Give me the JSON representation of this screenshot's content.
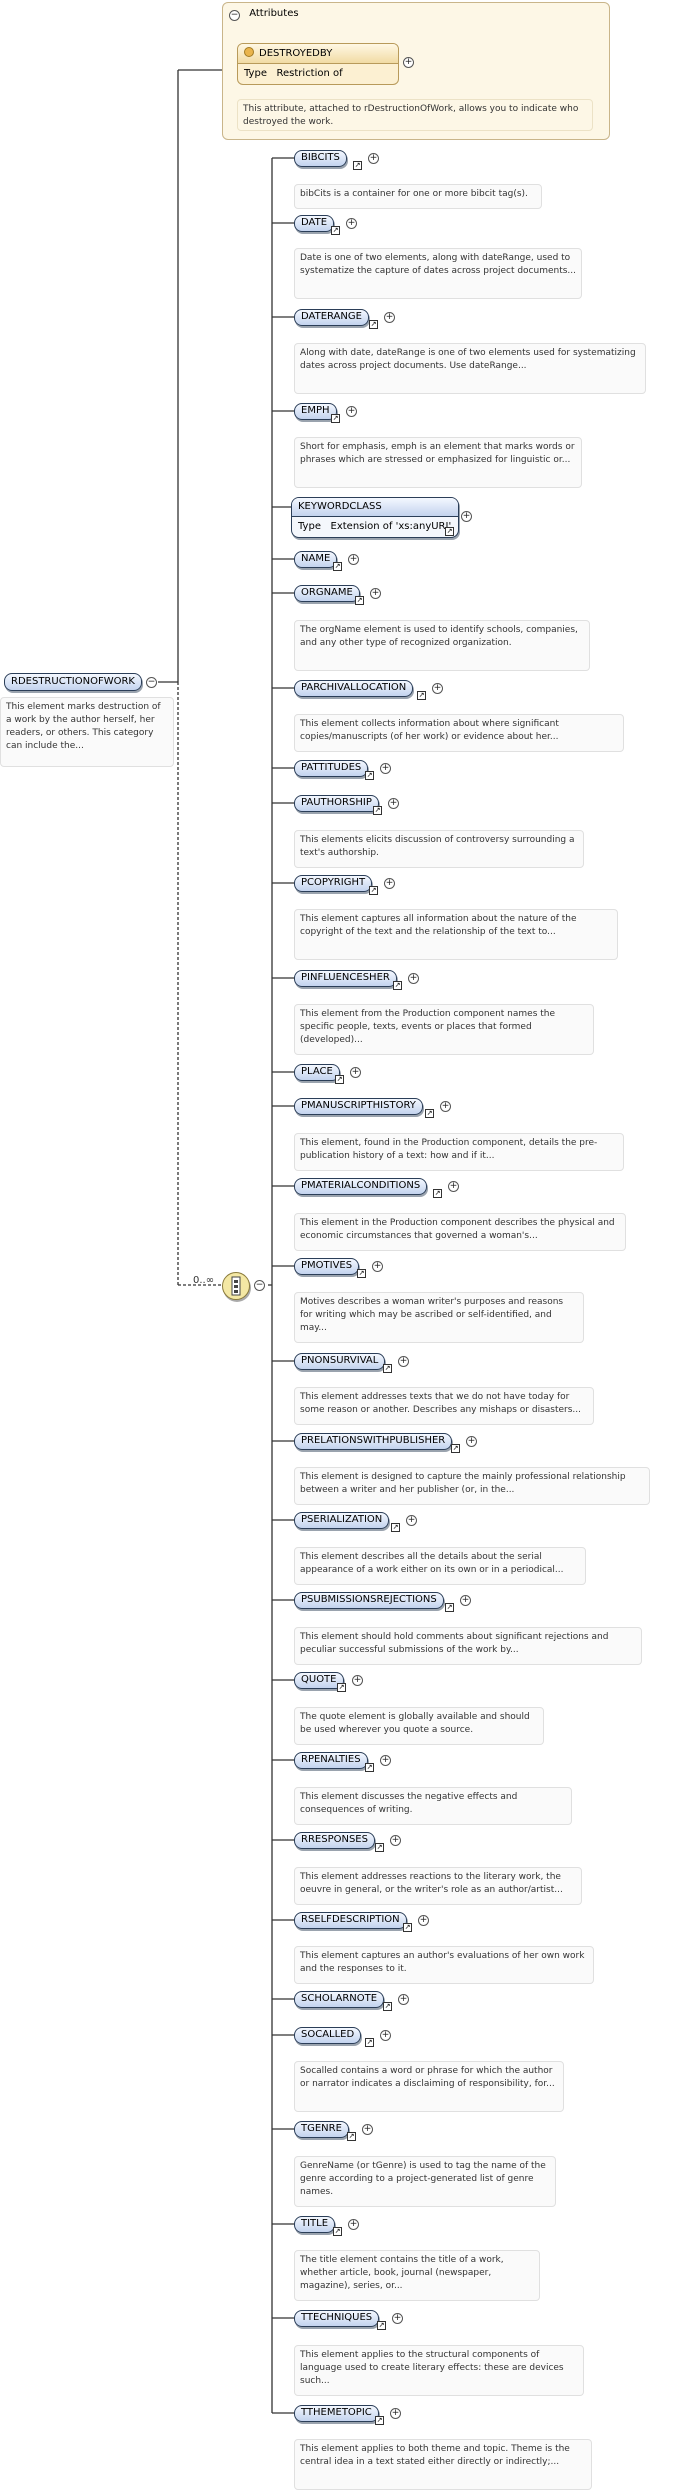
{
  "root": {
    "name": "RDESTRUCTIONOFWORK",
    "description": "This element marks destruction of a work by the author herself, her readers, or others. This category can include the..."
  },
  "attributes": {
    "header": "Attributes",
    "attribute": {
      "name": "DESTROYEDBY",
      "type_label": "Type",
      "type_value": "Restriction of 'xs:token'",
      "description": "This attribute, attached to rDestructionOfWork, allows you to indicate who destroyed the work."
    }
  },
  "sequence": {
    "occurrence": "0..∞"
  },
  "elements": [
    {
      "name": "BIBCITS",
      "description": "bibCits is a container for one or more bibcit tag(s)."
    },
    {
      "name": "DATE",
      "description": "Date is one of two elements, along with dateRange, used to systematize the capture of dates across project documents..."
    },
    {
      "name": "DATERANGE",
      "description": "Along with date, dateRange is one of two elements used for systematizing dates across project documents. Use dateRange..."
    },
    {
      "name": "EMPH",
      "description": "Short for emphasis, emph is an element that marks words or phrases which are stressed or emphasized for linguistic or..."
    },
    {
      "name": "KEYWORDCLASS",
      "type_label": "Type",
      "type_value": "Extension of 'xs:anyURI'",
      "description": ""
    },
    {
      "name": "NAME",
      "description": ""
    },
    {
      "name": "ORGNAME",
      "description": "The orgName element is used to identify schools, companies, and any other type of recognized organization."
    },
    {
      "name": "PARCHIVALLOCATION",
      "description": "This element collects information about where significant copies/manuscripts (of her work) or evidence about her..."
    },
    {
      "name": "PATTITUDES",
      "description": ""
    },
    {
      "name": "PAUTHORSHIP",
      "description": "This elements elicits discussion of controversy surrounding a text's authorship."
    },
    {
      "name": "PCOPYRIGHT",
      "description": "This element captures all information about the nature of the copyright of the text and the relationship of the text to..."
    },
    {
      "name": "PINFLUENCESHER",
      "description": "This element from the Production component names the specific people, texts, events or places that formed (developed)..."
    },
    {
      "name": "PLACE",
      "description": ""
    },
    {
      "name": "PMANUSCRIPTHISTORY",
      "description": "This element, found in the Production component, details the pre-publication history of a text: how and if it..."
    },
    {
      "name": "PMATERIALCONDITIONS",
      "description": "This element in the Production component describes the physical and economic circumstances that governed a woman's..."
    },
    {
      "name": "PMOTIVES",
      "description": "Motives describes a woman writer's purposes and reasons for writing which may be ascribed or self-identified, and may..."
    },
    {
      "name": "PNONSURVIVAL",
      "description": "This element addresses texts that we do not have today for some reason or another. Describes any mishaps or disasters..."
    },
    {
      "name": "PRELATIONSWITHPUBLISHER",
      "description": "This element is designed to capture the mainly professional relationship between a writer and her publisher (or, in the..."
    },
    {
      "name": "PSERIALIZATION",
      "description": "This element describes all the details about the serial appearance of a work either on its own or in a periodical..."
    },
    {
      "name": "PSUBMISSIONSREJECTIONS",
      "description": "This element should hold comments about significant rejections and peculiar successful submissions of the work by..."
    },
    {
      "name": "QUOTE",
      "description": "The quote element is globally available and should be used wherever you quote a source."
    },
    {
      "name": "RPENALTIES",
      "description": "This element discusses the negative effects and consequences of writing."
    },
    {
      "name": "RRESPONSES",
      "description": "This element addresses reactions to the literary work, the oeuvre in general, or the writer's role as an author/artist..."
    },
    {
      "name": "RSELFDESCRIPTION",
      "description": "This element captures an author's evaluations of her own work and the responses to it."
    },
    {
      "name": "SCHOLARNOTE",
      "description": ""
    },
    {
      "name": "SOCALLED",
      "description": "Socalled contains a word or phrase for which the author or narrator indicates a disclaiming of responsibility, for..."
    },
    {
      "name": "TGENRE",
      "description": "GenreName (or tGenre) is used to tag the name of the genre according to a project-generated list of genre names."
    },
    {
      "name": "TITLE",
      "description": "The title element contains the title of a work, whether article, book, journal (newspaper, magazine), series, or..."
    },
    {
      "name": "TTECHNIQUES",
      "description": "This element applies to the structural components of language used to create literary effects: these are devices such..."
    },
    {
      "name": "TTHEMETOPIC",
      "description": "This element applies to both theme and topic. Theme is the central idea in a text stated either directly or indirectly;..."
    }
  ]
}
